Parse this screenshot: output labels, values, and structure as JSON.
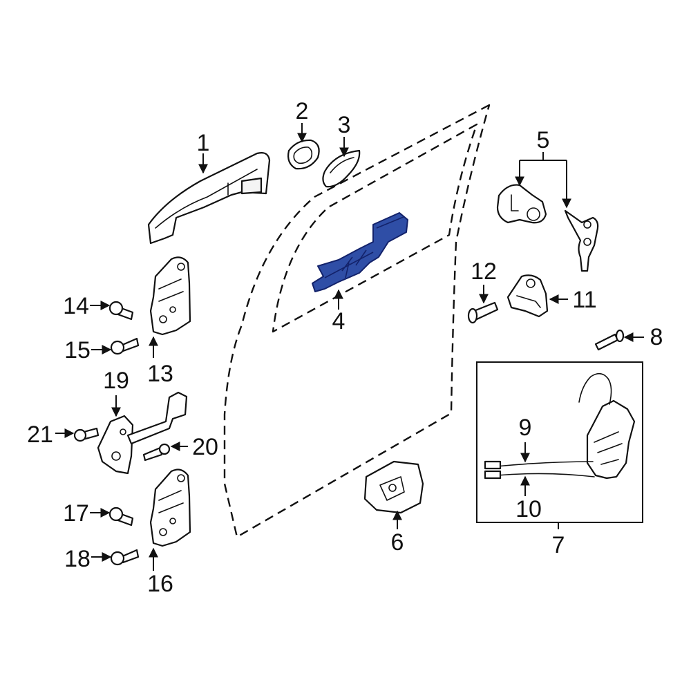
{
  "diagram": {
    "highlight_color": "#2f4ea6",
    "highlighted_part": "4",
    "callouts": {
      "c1": "1",
      "c2": "2",
      "c3": "3",
      "c4": "4",
      "c5": "5",
      "c6": "6",
      "c7": "7",
      "c8": "8",
      "c9": "9",
      "c10": "10",
      "c11": "11",
      "c12": "12",
      "c13": "13",
      "c14": "14",
      "c15": "15",
      "c16": "16",
      "c17": "17",
      "c18": "18",
      "c19": "19",
      "c20": "20",
      "c21": "21"
    }
  }
}
